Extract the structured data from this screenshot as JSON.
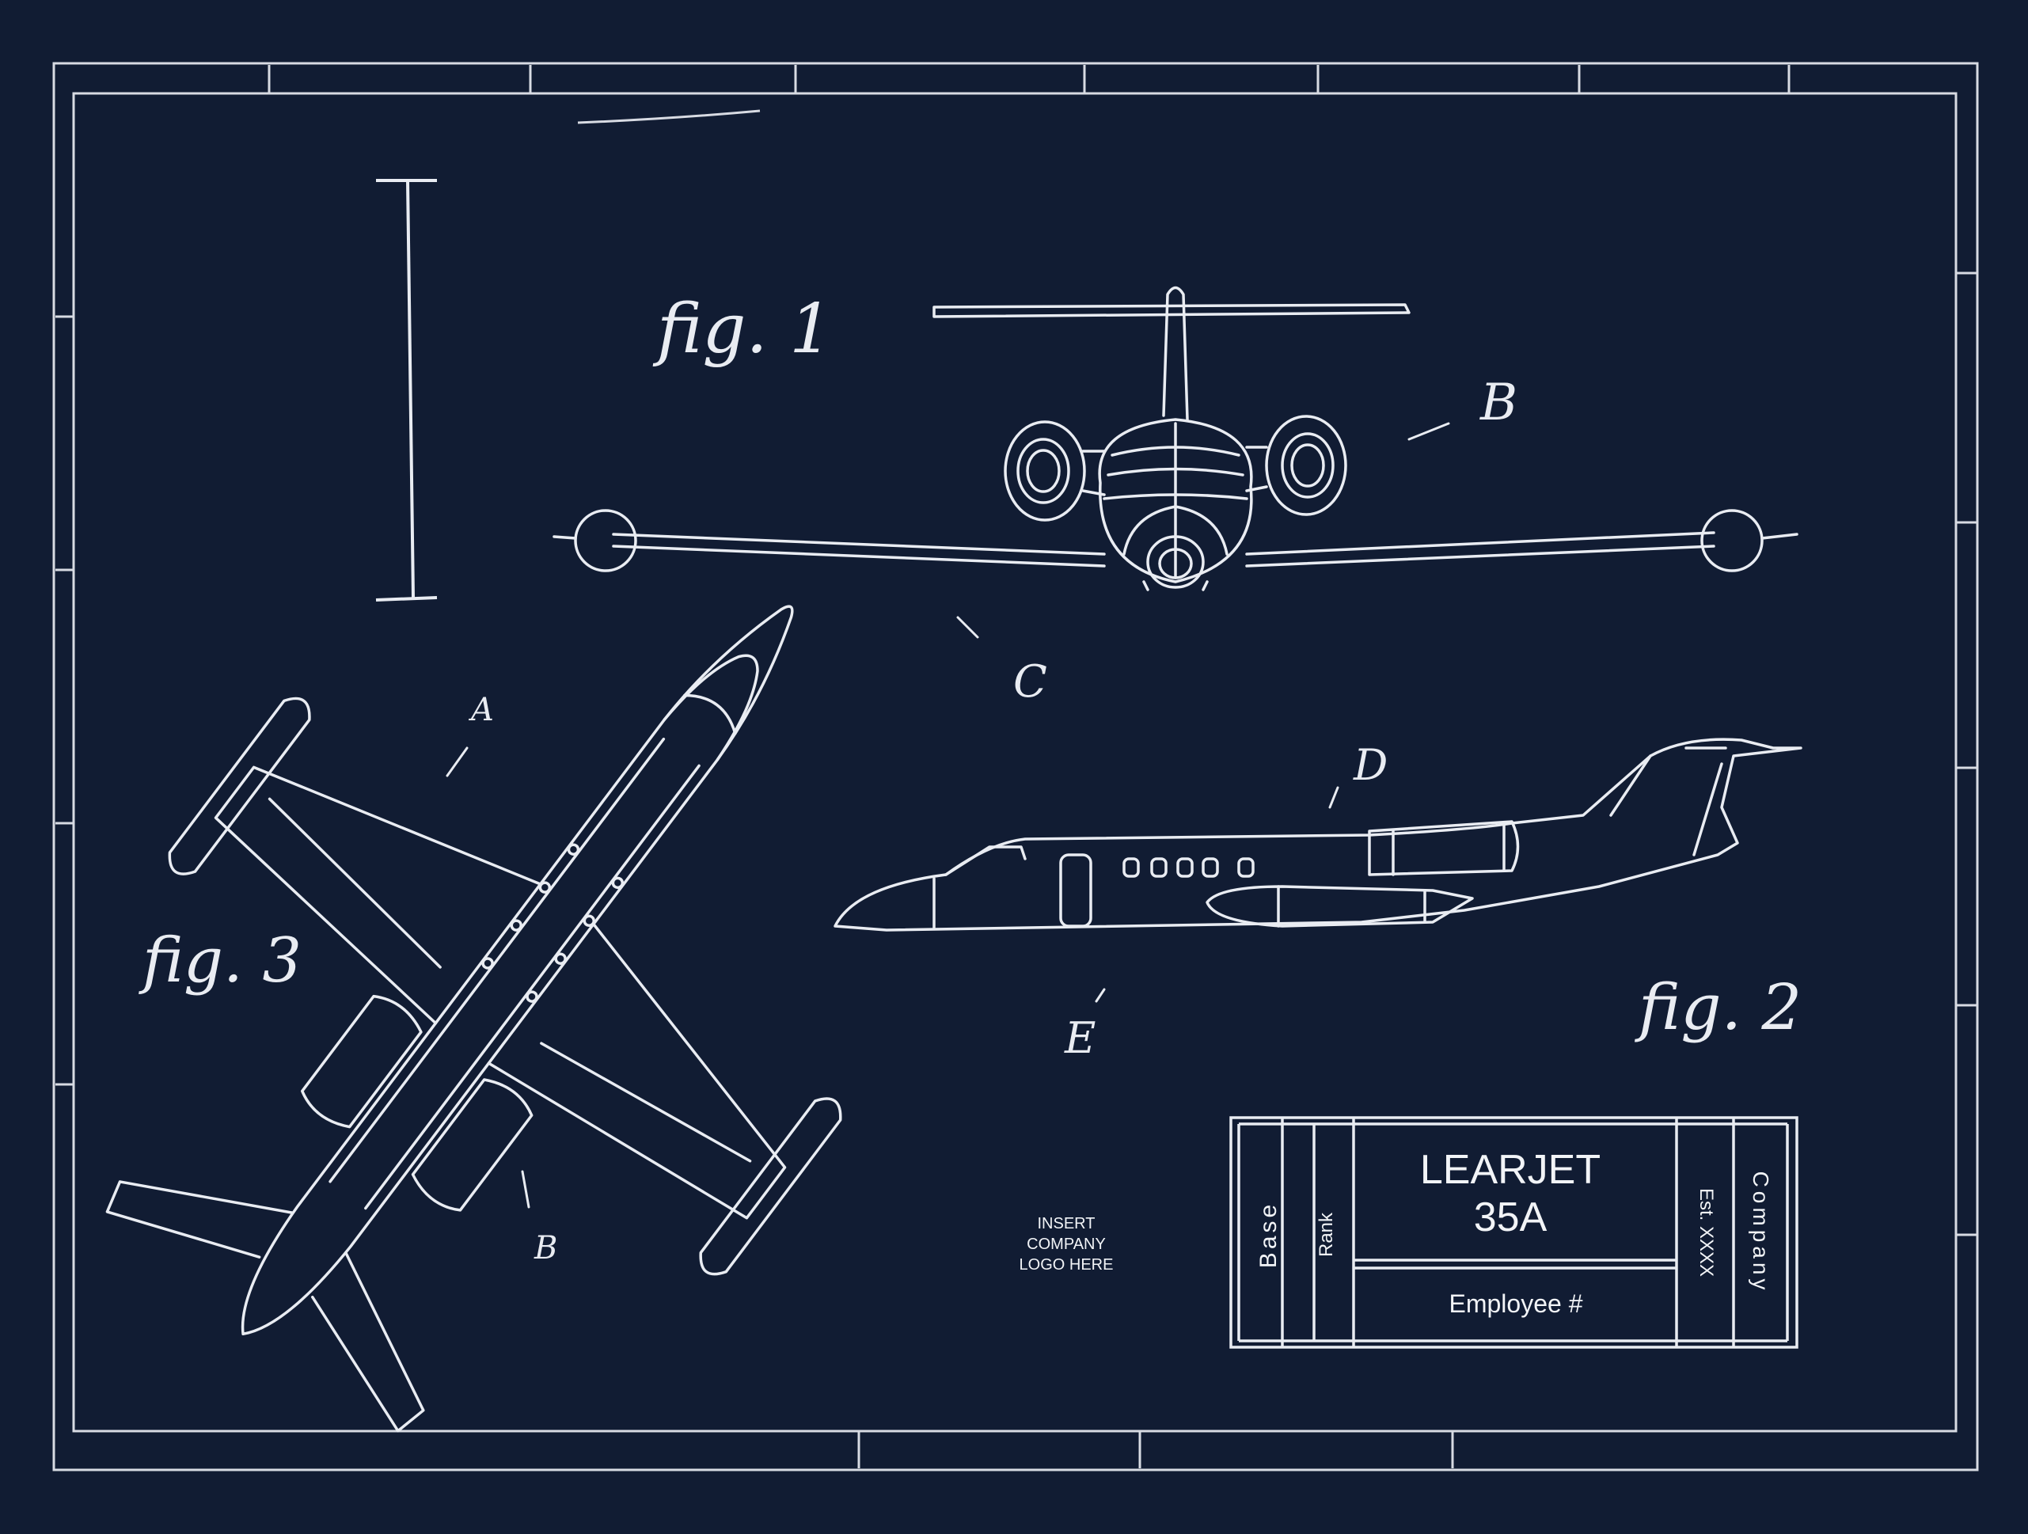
{
  "colors": {
    "background": "#111c33",
    "chalk": "#e9ecf2"
  },
  "figures": {
    "fig1": {
      "caption": "fig. 1",
      "labels": {
        "b": "B",
        "c": "C"
      }
    },
    "fig2": {
      "caption": "fig. 2",
      "labels": {
        "d": "D",
        "e": "E"
      }
    },
    "fig3": {
      "caption": "fig. 3",
      "labels": {
        "a": "A",
        "b": "B"
      }
    }
  },
  "logo_placeholder": [
    "INSERT",
    "COMPANY",
    "LOGO HERE"
  ],
  "title_block": {
    "base": "Base",
    "rank": "Rank",
    "title_line1": "LEARJET",
    "title_line2": "35A",
    "employee": "Employee #",
    "established": "Est. XXXX",
    "company": "Company"
  },
  "icons": [
    "scale-bar-icon",
    "front-view-jet-icon",
    "side-view-jet-icon",
    "top-view-jet-icon"
  ]
}
